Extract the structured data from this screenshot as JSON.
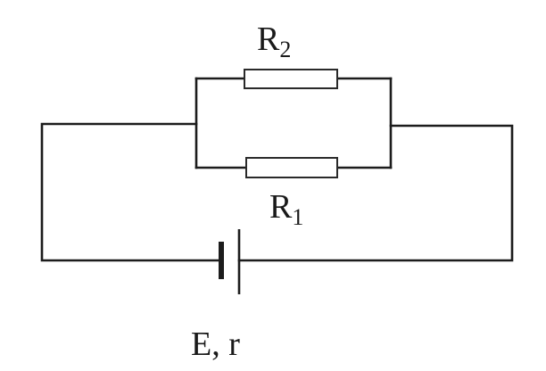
{
  "resistor_top": {
    "letter": "R",
    "sub": "2"
  },
  "resistor_bottom": {
    "letter": "R",
    "sub": "1"
  },
  "source": {
    "label": "E, r"
  }
}
